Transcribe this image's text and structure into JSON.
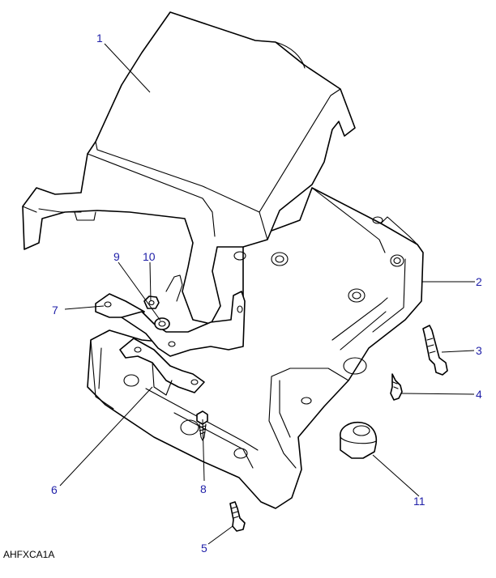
{
  "diagram": {
    "reference_code": "AHFXCA1A",
    "label_color": "#1f1fa8",
    "line_color": "#000000",
    "callouts": [
      "1",
      "2",
      "3",
      "4",
      "5",
      "6",
      "7",
      "8",
      "9",
      "10",
      "11"
    ]
  }
}
